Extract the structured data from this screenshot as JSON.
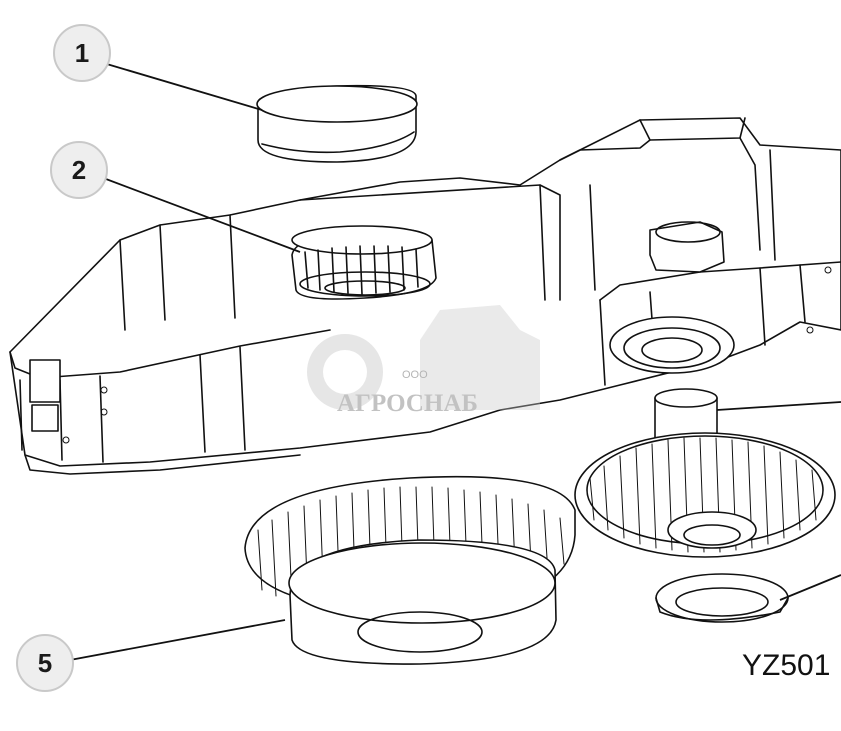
{
  "callouts": [
    {
      "number": "1"
    },
    {
      "number": "2"
    },
    {
      "number": "5"
    }
  ],
  "drawing_code": "YZ501",
  "watermark": {
    "company": "АГРОСНАБ",
    "prefix": "ООО"
  },
  "colors": {
    "line": "#111111",
    "callout_fill": "#eeeeee",
    "watermark": "#c0c0c0"
  }
}
